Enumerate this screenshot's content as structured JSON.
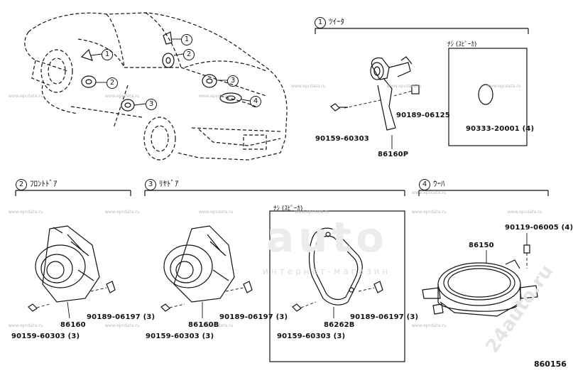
{
  "sections": {
    "tweeter": {
      "num": "1",
      "label": "ﾂｲｰﾀ"
    },
    "front_door": {
      "num": "2",
      "label": "ﾌﾛﾝﾄﾄﾞｱ"
    },
    "rear_door": {
      "num": "3",
      "label": "ﾘﾔﾄﾞｱ"
    },
    "woofer": {
      "num": "4",
      "label": "ｳｰﾊ"
    }
  },
  "subtitles": {
    "tweeter_nashi": "ﾅｼ (ｽﾋﾟｰｶ)",
    "rear_nashi": "ﾅｼ (ｽﾋﾟｰｶ)"
  },
  "car_callouts": [
    "1",
    "2",
    "1",
    "2",
    "3",
    "3",
    "4"
  ],
  "parts": {
    "p86160P": "86160P",
    "p90159_tw": "90159-60303",
    "p90189_06125": "90189-06125",
    "p90333": "90333-20001 (4)",
    "p86160": "86160",
    "p90159_fd": "90159-60303 (3)",
    "p90189_fd": "90189-06197 (3)",
    "p86160B": "86160B",
    "p90159_rd": "90159-60303 (3)",
    "p90189_rd": "90189-06197 (3)",
    "p86262B": "86262B",
    "p90159_rn": "90159-60303 (3)",
    "p90189_rn": "90189-06197 (3)",
    "p86150": "86150",
    "p90119": "90119-06005 (4)"
  },
  "diagram_id": "860156",
  "watermarks": {
    "site": "www.epcdata.ru",
    "big": "auto",
    "big_sub": "интернет-магазин",
    "stamp": "24auto.ru"
  }
}
